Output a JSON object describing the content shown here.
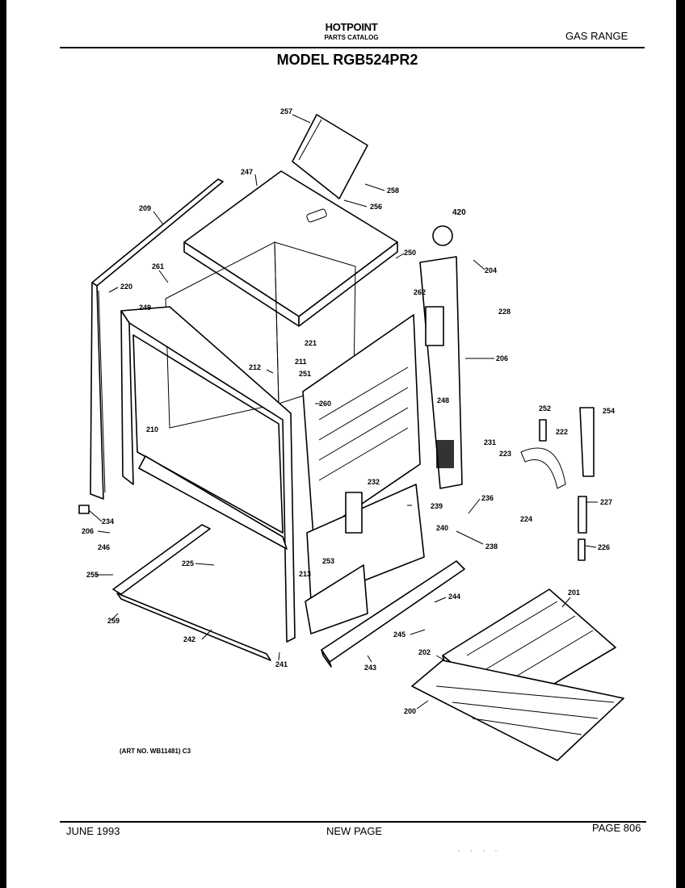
{
  "header": {
    "brand": "HOTPOINT",
    "catalog": "PARTS CATALOG",
    "category": "GAS RANGE",
    "model": "MODEL RGB524PR2"
  },
  "diagram": {
    "art_number": "(ART NO. WB11481) C3",
    "callouts": [
      "257",
      "247",
      "258",
      "256",
      "420",
      "209",
      "250",
      "204",
      "261",
      "220",
      "262",
      "249",
      "228",
      "221",
      "211",
      "251",
      "212",
      "206",
      "260",
      "248",
      "252",
      "254",
      "210",
      "222",
      "231",
      "223",
      "232",
      "236",
      "227",
      "239",
      "224",
      "234",
      "240",
      "238",
      "206",
      "246",
      "226",
      "253",
      "225",
      "255",
      "213",
      "244",
      "201",
      "259",
      "245",
      "242",
      "241",
      "243",
      "202",
      "200"
    ]
  },
  "footer": {
    "date": "JUNE 1993",
    "note": "NEW PAGE",
    "page": "PAGE 806",
    "stamp": "· · · ·"
  }
}
